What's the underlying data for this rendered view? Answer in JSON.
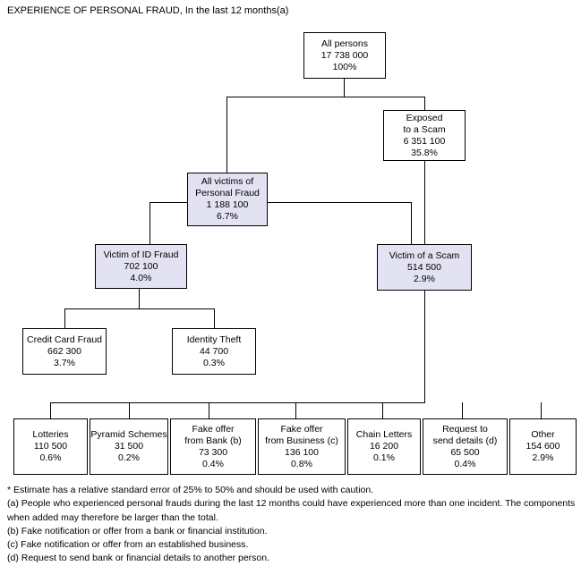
{
  "title": "EXPERIENCE OF PERSONAL FRAUD, In the last 12 months(a)",
  "colors": {
    "highlight_fill": "#e2e2f2",
    "box_fill": "#ffffff",
    "stroke": "#000000",
    "text": "#000000"
  },
  "chart_data": {
    "type": "diagram",
    "title": "EXPERIENCE OF PERSONAL FRAUD, In the last 12 months(a)",
    "nodes": [
      {
        "id": "all_persons",
        "label": "All persons",
        "label2": "",
        "count": "17 738 000",
        "percent": "100%",
        "highlight": false
      },
      {
        "id": "exposed_scam",
        "label": "Exposed",
        "label2": "to a Scam",
        "count": "6 351 100",
        "percent": "35.8%",
        "highlight": false
      },
      {
        "id": "all_victims",
        "label": "All victims of",
        "label2": "Personal Fraud",
        "count": "1 188 100",
        "percent": "6.7%",
        "highlight": true
      },
      {
        "id": "victim_id_fraud",
        "label": "Victim of ID Fraud",
        "label2": "",
        "count": "702 100",
        "percent": "4.0%",
        "highlight": true
      },
      {
        "id": "victim_scam",
        "label": "Victim of a Scam",
        "label2": "",
        "count": "514 500",
        "percent": "2.9%",
        "highlight": true
      },
      {
        "id": "credit_card_fraud",
        "label": "Credit Card Fraud",
        "label2": "",
        "count": "662 300",
        "percent": "3.7%",
        "highlight": false
      },
      {
        "id": "identity_theft",
        "label": "Identity Theft",
        "label2": "",
        "count": "44 700",
        "percent": "0.3%",
        "highlight": false
      },
      {
        "id": "lotteries",
        "label": "Lotteries",
        "label2": "",
        "count": "110 500",
        "percent": "0.6%",
        "highlight": false
      },
      {
        "id": "pyramid_schemes",
        "label": "Pyramid Schemes",
        "label2": "",
        "count": "31 500",
        "percent": "0.2%",
        "highlight": false
      },
      {
        "id": "fake_offer_bank",
        "label": "Fake offer",
        "label2": "from Bank (b)",
        "count": "73 300",
        "percent": "0.4%",
        "highlight": false
      },
      {
        "id": "fake_offer_business",
        "label": "Fake offer",
        "label2": "from Business (c)",
        "count": "136 100",
        "percent": "0.8%",
        "highlight": false
      },
      {
        "id": "chain_letters",
        "label": "Chain Letters",
        "label2": "",
        "count": "16 200",
        "percent": "0.1%",
        "highlight": false
      },
      {
        "id": "request_details",
        "label": "Request to",
        "label2": "send details (d)",
        "count": "65 500",
        "percent": "0.4%",
        "highlight": false
      },
      {
        "id": "other",
        "label": "Other",
        "label2": "",
        "count": "154 600",
        "percent": "2.9%",
        "highlight": false
      }
    ],
    "edges": [
      {
        "from": "all_persons",
        "to": "exposed_scam"
      },
      {
        "from": "all_persons",
        "to": "all_victims"
      },
      {
        "from": "all_victims",
        "to": "victim_id_fraud"
      },
      {
        "from": "all_victims",
        "to": "victim_scam"
      },
      {
        "from": "exposed_scam",
        "to": "victim_scam"
      },
      {
        "from": "victim_id_fraud",
        "to": "credit_card_fraud"
      },
      {
        "from": "victim_id_fraud",
        "to": "identity_theft"
      },
      {
        "from": "victim_scam",
        "to": "lotteries"
      },
      {
        "from": "victim_scam",
        "to": "pyramid_schemes"
      },
      {
        "from": "victim_scam",
        "to": "fake_offer_bank"
      },
      {
        "from": "victim_scam",
        "to": "fake_offer_business"
      },
      {
        "from": "victim_scam",
        "to": "chain_letters"
      },
      {
        "from": "victim_scam",
        "to": "request_details"
      },
      {
        "from": "victim_scam",
        "to": "other"
      }
    ]
  },
  "nodes": {
    "all_persons": {
      "l1": "All persons",
      "l2": "",
      "count": "17 738 000",
      "percent": "100%"
    },
    "exposed_scam": {
      "l1": "Exposed",
      "l2": "to a Scam",
      "count": "6 351 100",
      "percent": "35.8%"
    },
    "all_victims": {
      "l1": "All victims of",
      "l2": "Personal Fraud",
      "count": "1 188 100",
      "percent": "6.7%"
    },
    "victim_id_fraud": {
      "l1": "Victim of ID Fraud",
      "l2": "",
      "count": "702 100",
      "percent": "4.0%"
    },
    "victim_scam": {
      "l1": "Victim of a Scam",
      "l2": "",
      "count": "514 500",
      "percent": "2.9%"
    },
    "credit_card_fraud": {
      "l1": "Credit Card Fraud",
      "l2": "",
      "count": "662 300",
      "percent": "3.7%"
    },
    "identity_theft": {
      "l1": "Identity Theft",
      "l2": "",
      "count": "44 700",
      "percent": "0.3%"
    },
    "lotteries": {
      "l1": "Lotteries",
      "l2": "",
      "count": "110 500",
      "percent": "0.6%"
    },
    "pyramid_schemes": {
      "l1": "Pyramid Schemes",
      "l2": "",
      "count": "31 500",
      "percent": "0.2%"
    },
    "fake_offer_bank": {
      "l1": "Fake offer",
      "l2": "from Bank (b)",
      "count": "73 300",
      "percent": "0.4%"
    },
    "fake_offer_business": {
      "l1": "Fake offer",
      "l2": "from Business (c)",
      "count": "136 100",
      "percent": "0.8%"
    },
    "chain_letters": {
      "l1": "Chain Letters",
      "l2": "",
      "count": "16 200",
      "percent": "0.1%"
    },
    "request_details": {
      "l1": "Request to",
      "l2": "send details (d)",
      "count": "65 500",
      "percent": "0.4%"
    },
    "other": {
      "l1": "Other",
      "l2": "",
      "count": "154 600",
      "percent": "2.9%"
    }
  },
  "notes": {
    "n0": "* Estimate has a relative standard error of 25% to 50% and should be used with caution.",
    "n1": "(a) People who experienced personal frauds during the last 12 months could have experienced more than one incident. The components when added may therefore be larger than the total.",
    "n2": "(b) Fake notification or offer from a bank or financial institution.",
    "n3": "(c) Fake notification or offer from an established business.",
    "n4": "(d) Request to send bank or financial details to another person."
  }
}
